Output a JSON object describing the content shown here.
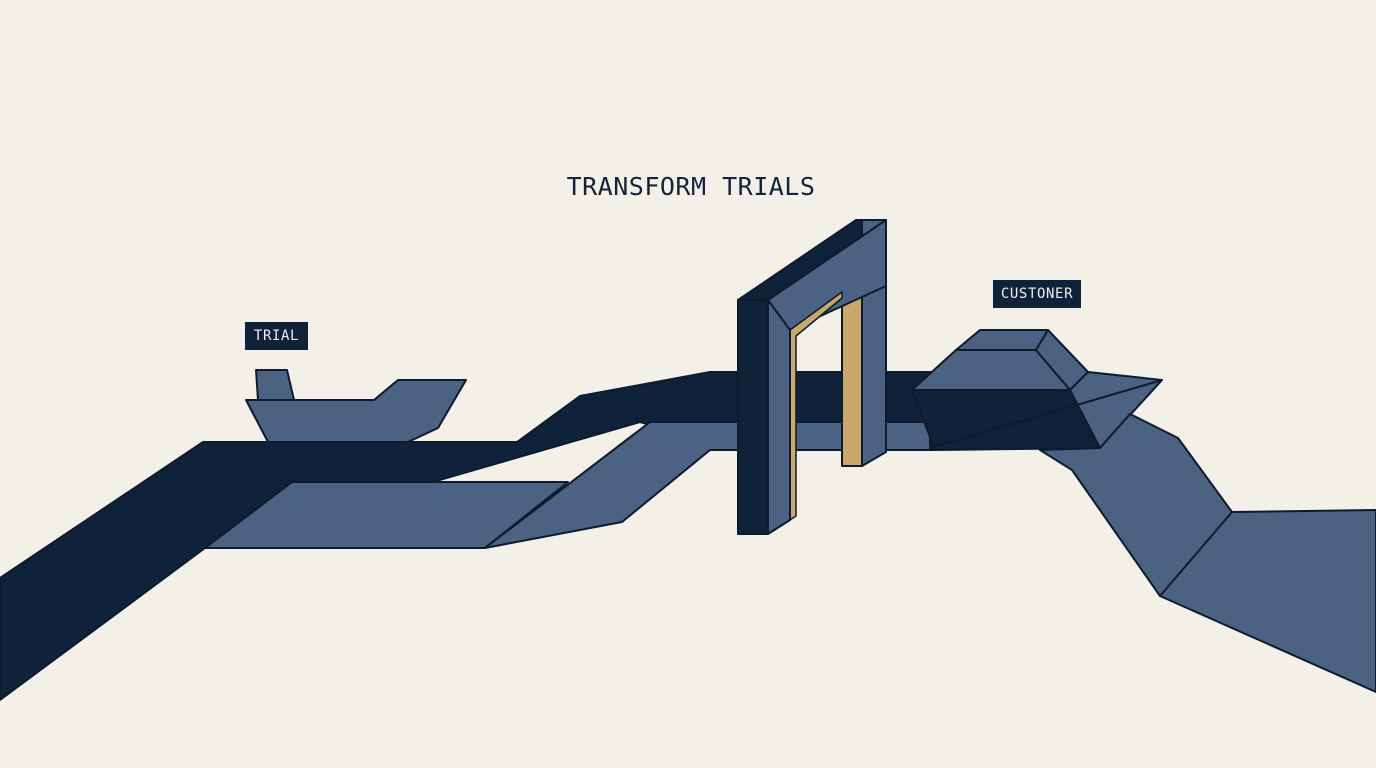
{
  "headline": "TRANSFORM TRIALS",
  "labels": {
    "start": "TRIAL",
    "end": "CUSTONER"
  },
  "colors": {
    "background": "#f3f0e8",
    "navy": "#10213a",
    "slate": "#4b6282",
    "outline": "#0e1b2e",
    "gold": "#c8a96b"
  }
}
